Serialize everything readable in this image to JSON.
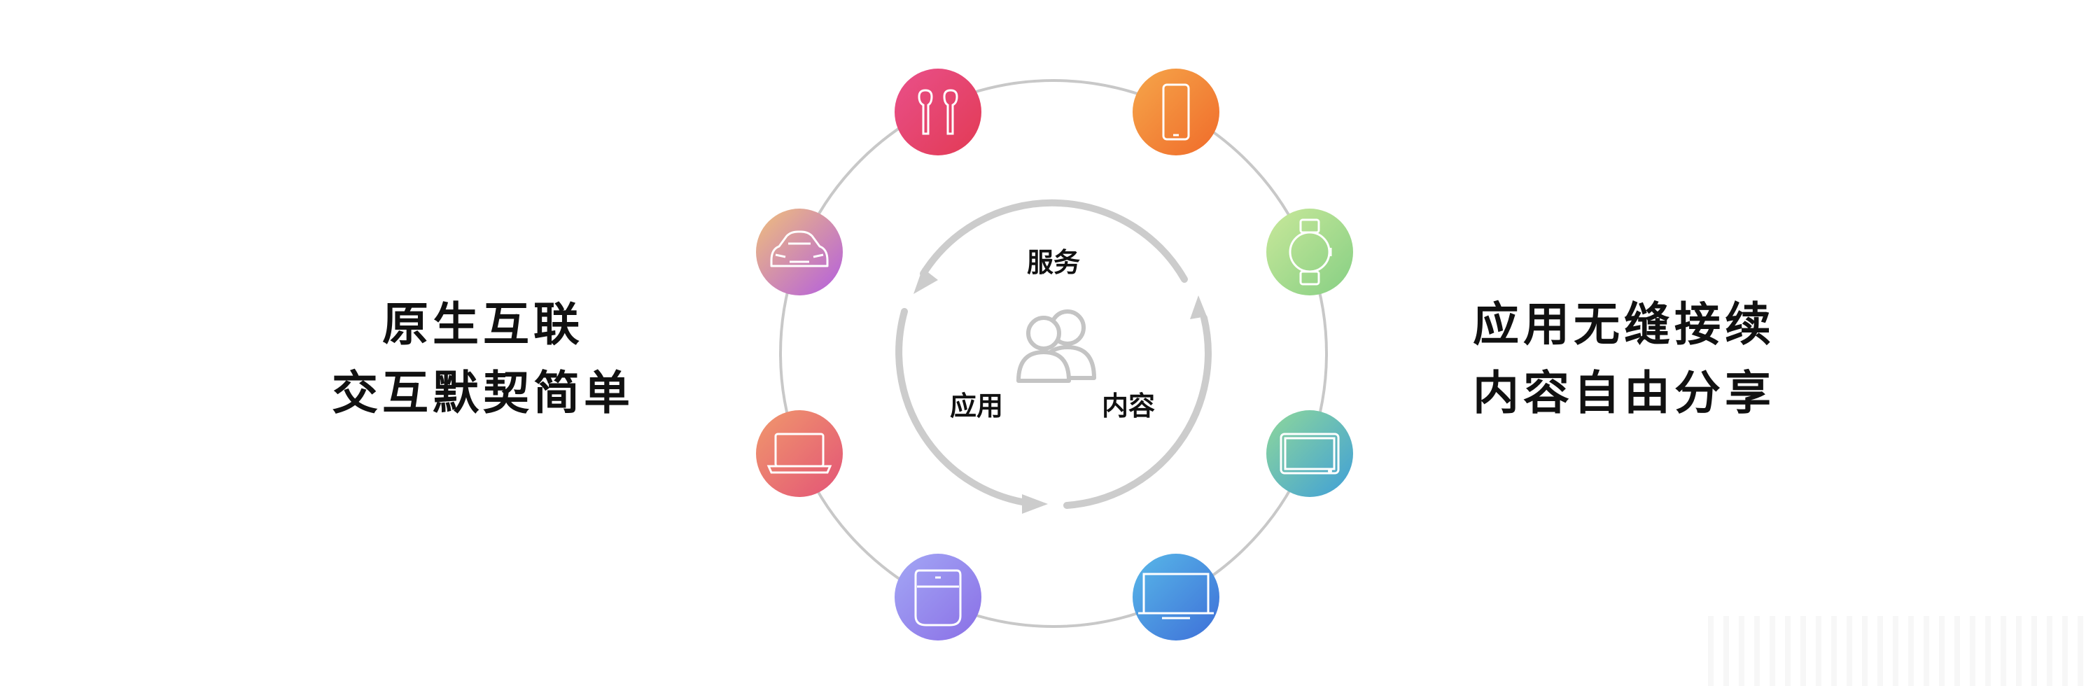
{
  "left_text": {
    "line1": "原生互联",
    "line2": "交互默契简单"
  },
  "right_text": {
    "line1": "应用无缝接续",
    "line2": "内容自由分享"
  },
  "center": {
    "top": "服务",
    "left": "应用",
    "right": "内容"
  },
  "colors": {
    "ring": "#c8c8c8",
    "arrows": "#cccccc",
    "text": "#111111",
    "earbuds": [
      "#e9508a",
      "#e23a54"
    ],
    "phone": [
      "#f5a64a",
      "#f06b2a"
    ],
    "watch": [
      "#c9e89a",
      "#86cf84"
    ],
    "tablet": [
      "#8fd89a",
      "#3f9fd8"
    ],
    "tv": [
      "#58b8e8",
      "#3e6fd8"
    ],
    "speaker": [
      "#a3a7f5",
      "#8a6fe6"
    ],
    "laptop": [
      "#f0986c",
      "#e35477"
    ],
    "car": [
      "#f0c07a",
      "#b35de0"
    ]
  },
  "devices": [
    {
      "name": "earbuds",
      "icon": "earbuds-icon"
    },
    {
      "name": "phone",
      "icon": "phone-icon"
    },
    {
      "name": "watch",
      "icon": "watch-icon"
    },
    {
      "name": "tablet",
      "icon": "tablet-icon"
    },
    {
      "name": "tv",
      "icon": "tv-icon"
    },
    {
      "name": "speaker",
      "icon": "speaker-icon"
    },
    {
      "name": "laptop",
      "icon": "laptop-icon"
    },
    {
      "name": "car",
      "icon": "car-icon"
    }
  ]
}
